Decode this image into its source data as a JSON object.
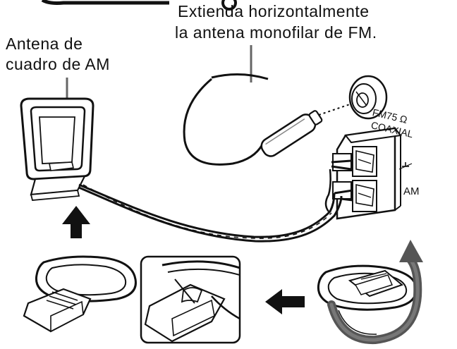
{
  "labels": {
    "fm_instruction_line1": "Extienda horizontalmente",
    "fm_instruction_line2": "la antena monofilar de FM.",
    "am_antenna_line1": "Antena de",
    "am_antenna_line2": "cuadro de AM",
    "fm_terminal_line1": "FM75 Ω",
    "fm_terminal_line2": "COAXIAL",
    "am_terminal": "AM"
  },
  "icons": {
    "ground_symbol": "ground-icon"
  },
  "colors": {
    "ink": "#111111",
    "arrow_dark": "#111111",
    "rotate_arrow": "#555555",
    "background": "#ffffff"
  }
}
